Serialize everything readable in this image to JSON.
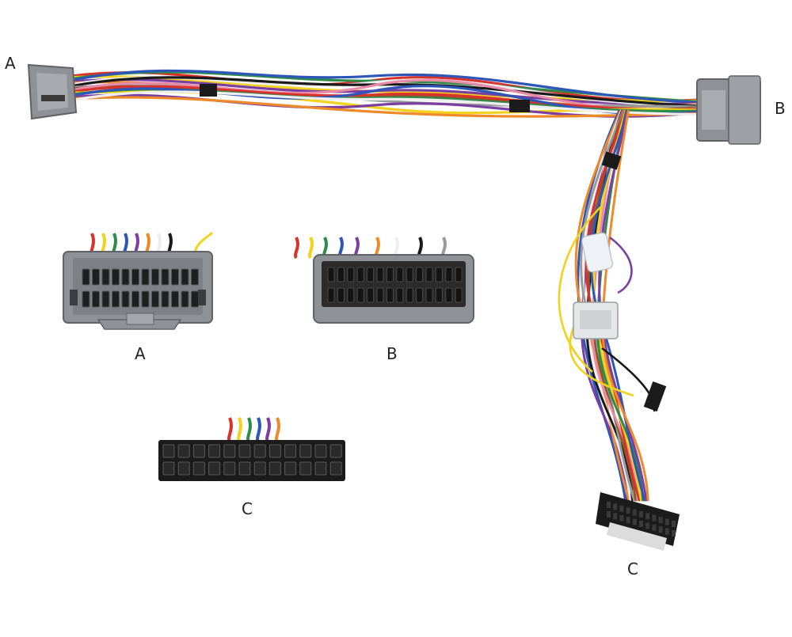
{
  "labels": {
    "top_a": "A",
    "top_b": "B",
    "caption_a": "A",
    "caption_b": "B",
    "caption_c": "C",
    "end_c": "C"
  },
  "colors": {
    "background": "#ffffff",
    "connector_grey": "#8e9296",
    "connector_black": "#1b1b1b",
    "wire_red": "#d8322a",
    "wire_yellow": "#f2d21b",
    "wire_green": "#2e8b4a",
    "wire_blue": "#2d56b8",
    "wire_purple": "#7a3fa0",
    "wire_orange": "#ee8a2a",
    "wire_white": "#eeeeee",
    "wire_black": "#1a1a1a",
    "wire_grey": "#9a9a9a",
    "wire_brown": "#8a5a2b",
    "wire_pink": "#e88aa8"
  }
}
